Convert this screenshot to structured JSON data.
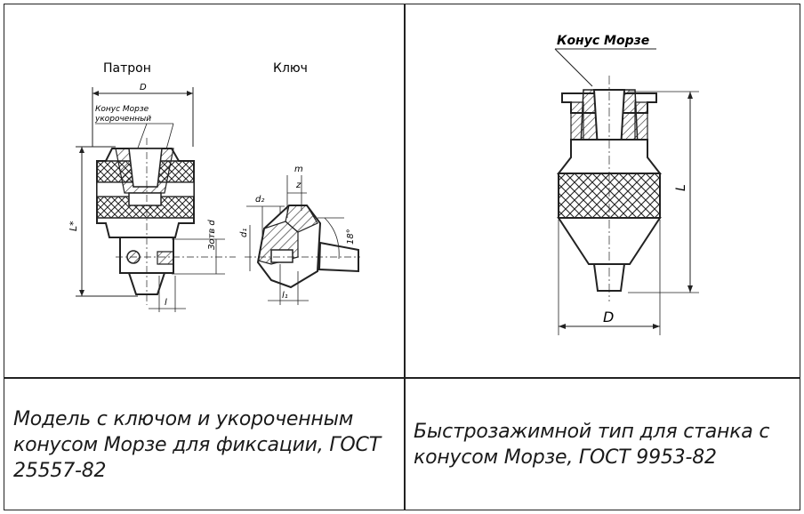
{
  "cells": [
    {
      "drawing": {
        "label_chuck": "Патрон",
        "label_key": "Ключ",
        "dim_D": "D",
        "dim_L": "L*",
        "morse_note_line1": "Конус Морзе",
        "morse_note_line2": "укороченный",
        "dim_thread": "Зотв d",
        "dim_l": "l",
        "dim_d2": "d₂",
        "dim_d1": "d₁",
        "dim_l1": "l₁",
        "dim_m": "m",
        "dim_z": "z",
        "dim_angle": "18°"
      },
      "caption": "Модель с ключом и укороченным конусом Морзе для фиксации, ГОСТ 25557-82"
    },
    {
      "drawing": {
        "morse_note": "Конус Морзе",
        "dim_L": "L",
        "dim_D": "D"
      },
      "caption": "Быстрозажимной тип для станка с конусом Морзе, ГОСТ 9953-82"
    }
  ]
}
